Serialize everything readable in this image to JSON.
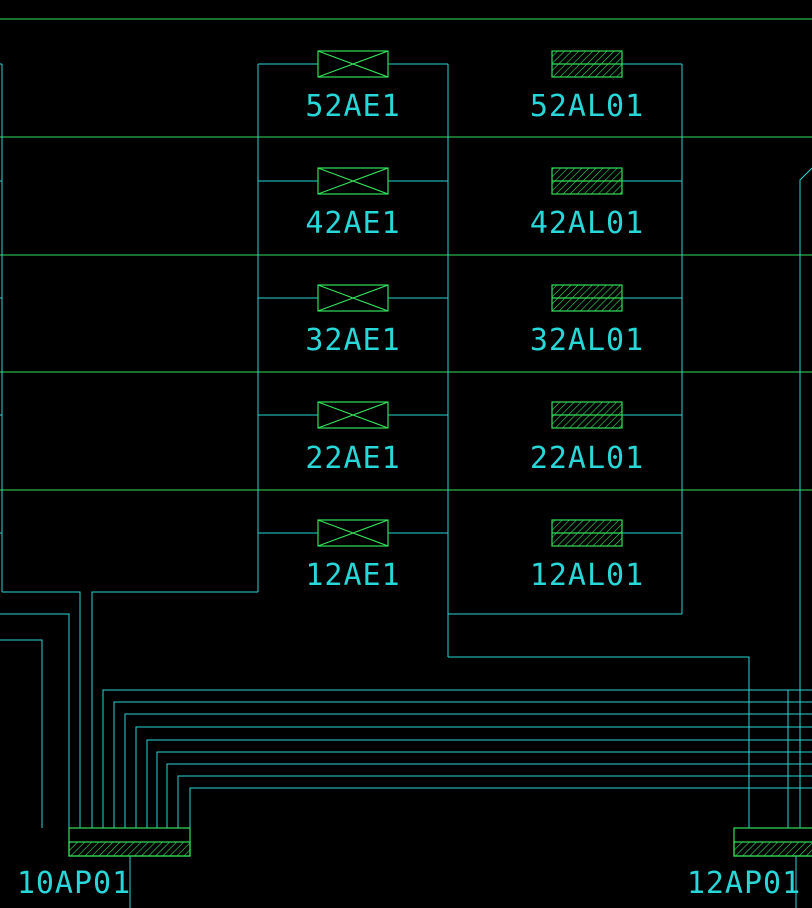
{
  "colors": {
    "background": "#000000",
    "floor_line": "#33e05a",
    "wire": "#29d6d8",
    "device": "#33e05a",
    "label": "#29d6d8"
  },
  "floors": [
    {
      "ae_label": "52AE1",
      "al_label": "52AL01"
    },
    {
      "ae_label": "42AE1",
      "al_label": "42AL01"
    },
    {
      "ae_label": "32AE1",
      "al_label": "32AL01"
    },
    {
      "ae_label": "22AE1",
      "al_label": "22AL01"
    },
    {
      "ae_label": "12AE1",
      "al_label": "12AL01"
    }
  ],
  "panels": [
    {
      "id": "panel-10ap01",
      "label": "10AP01"
    },
    {
      "id": "panel-12ap01",
      "label": "12AP01"
    }
  ],
  "icons": {
    "ae_device": "crossed-box-icon",
    "al_device": "hatched-box-icon",
    "panel": "hatched-panel-icon"
  }
}
